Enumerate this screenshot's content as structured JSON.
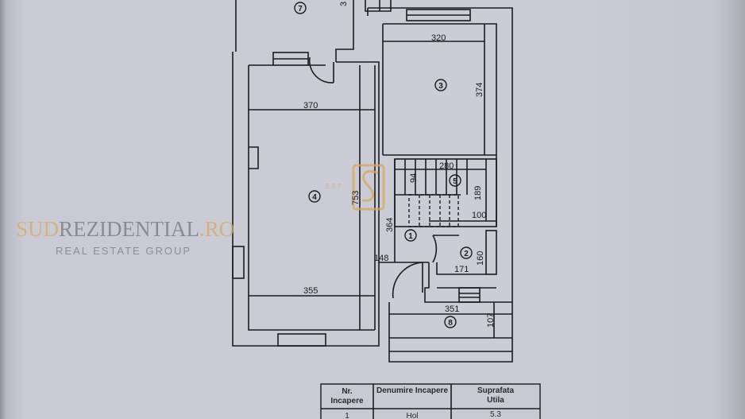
{
  "floor_plan": {
    "rooms": [
      {
        "number": "1",
        "dimensions": [
          "364",
          "148"
        ]
      },
      {
        "number": "2",
        "dimensions": [
          "160",
          "171"
        ]
      },
      {
        "number": "3",
        "dimensions": [
          "320",
          "374"
        ]
      },
      {
        "number": "4",
        "dimensions": [
          "370",
          "753",
          "355"
        ]
      },
      {
        "number": "5",
        "dimensions": [
          "280",
          "94",
          "189",
          "100"
        ]
      },
      {
        "number": "7",
        "dimensions": [
          "3"
        ]
      },
      {
        "number": "8",
        "dimensions": [
          "351",
          "107"
        ]
      }
    ]
  },
  "watermark": {
    "brand_part1": "SUD",
    "brand_part2": "REZIDENTIAL",
    "brand_part3": ".RO",
    "tagline": "REAL ESTATE GROUP",
    "est": "EST",
    "accent_color": "#d8a85a"
  },
  "table": {
    "headers": [
      "Nr. Incapere",
      "Denumire Incapere",
      "Suprafata Utila"
    ],
    "header_lines": [
      [
        "Nr.",
        "Incapere"
      ],
      [
        "Denumire Incapere"
      ],
      [
        "Suprafata",
        "Utila"
      ]
    ],
    "rows": [
      [
        "1",
        "Hol",
        "5.3"
      ]
    ]
  }
}
